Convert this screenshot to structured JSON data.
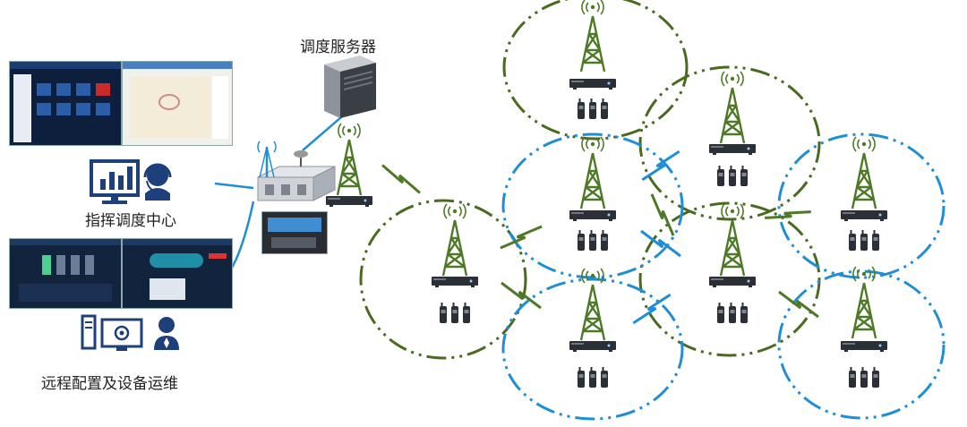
{
  "labels": {
    "dispatch_server": "调度服务器",
    "command_center": "指挥调度中心",
    "remote_config": "远程配置及设备运维"
  },
  "colors": {
    "green": "#4a6b1f",
    "blue": "#1e8ed6",
    "tower": "#4e7a27",
    "link": "#1e8ed6",
    "device": "#2b2f36"
  },
  "icons": {
    "server": "server-icon",
    "monitor": "monitor-chart-icon",
    "headset": "headset-user-icon",
    "computer": "computer-settings-icon",
    "admin": "admin-user-icon",
    "tower": "radio-tower-icon",
    "radio": "handheld-radio-icon",
    "repeater": "repeater-device-icon",
    "wireless": "wireless-link-icon"
  }
}
